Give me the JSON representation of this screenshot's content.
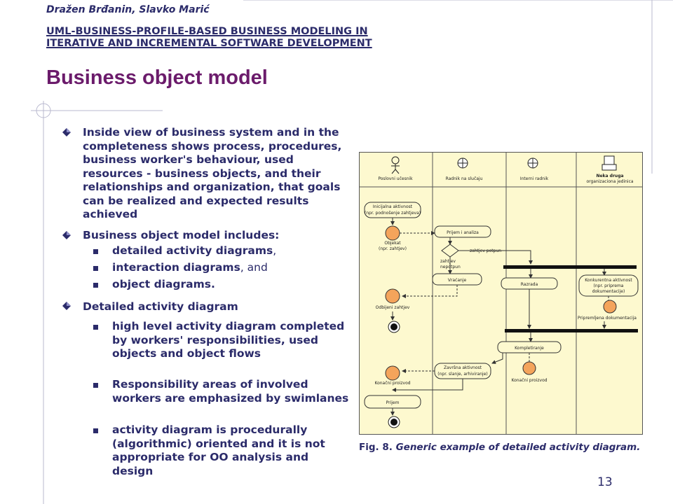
{
  "header": {
    "authors": "Dražen Brđanin, Slavko Marić",
    "subtitle_line1": "UML-BUSINESS-PROFILE-BASED BUSINESS MODELING IN",
    "subtitle_line2": "ITERATIVE AND INCREMENTAL SOFTWARE DEVELOPMENT"
  },
  "title": "Business object model",
  "bullets": {
    "b1": "Inside view of business system and in the completeness shows process, procedures, business worker's behaviour, used resources - business objects,  and their relationships and organization, that goals can be realized and expected results achieved",
    "b2": "Business object model includes:",
    "b2_sub": [
      {
        "bold": "detailed activity diagrams",
        "normal": ","
      },
      {
        "bold": "interaction diagrams",
        "normal": ", and"
      },
      {
        "bold": "object diagrams.",
        "normal": ""
      }
    ],
    "b3": "Detailed activity diagram",
    "b3_sub": [
      "high level activity diagram completed by workers' responsibilities, used objects and object flows",
      "Responsibility areas of involved workers are emphasized by swimlanes",
      "activity diagram is procedurally (algorithmic) oriented and it is not appropriate for OO analysis and design"
    ]
  },
  "diagram": {
    "lanes": [
      "Poslovni učesnik",
      "Radnik na slučaju",
      "Interni radnik",
      "Neka druga organizaciona jedinica"
    ],
    "nodes": {
      "initial_activity": [
        "Inicijalna aktivnost",
        "(npr. podnošenje zahtjeva)"
      ],
      "object_request": [
        "Objekat",
        "(npr. zahtjev)"
      ],
      "reception": "Prijem i analiza",
      "request_ok": "zahtjev potpun",
      "request_incomplete": [
        "zahtjev",
        "nepotpun"
      ],
      "return": "Vraćanje",
      "rejected": "Odbijeni zahtjev",
      "processing": "Razrada",
      "concurrent": [
        "Konkurentna aktivnost",
        "(npr. priprema",
        "dokumentacije)"
      ],
      "prepared_docs": "Pripremljena dokumentacija",
      "completion": "Kompletiranje",
      "final_activity": [
        "Završna aktivnost",
        "(npr. slanje, arhiviranje)"
      ],
      "final_product_1": "Konačni proizvod",
      "final_product_2": "Konačni proizvod",
      "receive": "Prijem"
    }
  },
  "caption": {
    "fig": "Fig. 8.",
    "text": "Generic example of detailed activity diagram."
  },
  "page_number": "13"
}
